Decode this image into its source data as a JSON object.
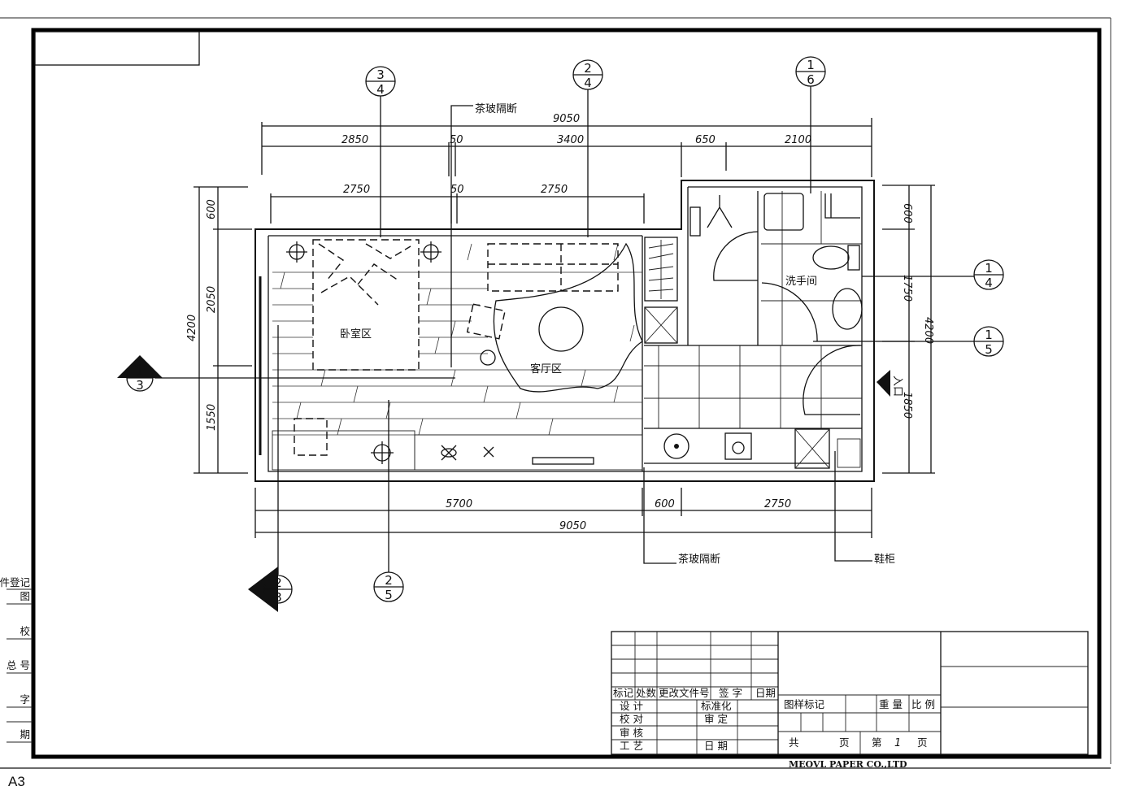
{
  "sheet": {
    "size_label": "A3",
    "company": "MEOVL PAPER CO.,LTD"
  },
  "left_margin": [
    "件登记",
    "图",
    "校",
    "总 号",
    "字",
    "期"
  ],
  "title_block": {
    "header_row": [
      "标记",
      "处数",
      "更改文件号",
      "签 字",
      "日期"
    ],
    "rows": [
      {
        "a": "设 计",
        "b": "标准化"
      },
      {
        "a": "校 对",
        "b": "审 定"
      },
      {
        "a": "审 核",
        "b": ""
      },
      {
        "a": "工 艺",
        "b": "日 期"
      }
    ],
    "drawing_mark": "图样标记",
    "weight": "重 量",
    "scale": "比 例",
    "total_label": "共",
    "page_unit": "页",
    "page_no_label": "第",
    "page_no": "1",
    "page_unit2": "页"
  },
  "plan": {
    "rooms": {
      "bedroom": "卧室区",
      "living": "客厅区",
      "bathroom": "洗手间",
      "entrance": "入口"
    },
    "notes": {
      "glass_partition_top": "茶玻隔断",
      "glass_partition_bottom": "茶玻隔断",
      "shoe_cabinet": "鞋柜"
    },
    "dims_top": {
      "total": "9050",
      "a": "2850",
      "b": "50",
      "c": "3400",
      "d": "650",
      "e": "2100",
      "f": "2750",
      "g": "50",
      "h": "2750"
    },
    "dims_left": {
      "total": "4200",
      "a": "600",
      "b": "2050",
      "c": "1550"
    },
    "dims_right": {
      "total": "4200",
      "a": "600",
      "b": "1750",
      "c": "1850"
    },
    "dims_bottom": {
      "a": "5700",
      "b": "600",
      "c": "2750",
      "total": "9050"
    },
    "markers": [
      {
        "top": "3",
        "bottom": "4"
      },
      {
        "top": "2",
        "bottom": "4"
      },
      {
        "top": "1",
        "bottom": "6"
      },
      {
        "top": "1",
        "bottom": "4"
      },
      {
        "top": "1",
        "bottom": "5"
      },
      {
        "top": "1",
        "bottom": "3"
      },
      {
        "top": "2",
        "bottom": "3"
      },
      {
        "top": "2",
        "bottom": "5"
      }
    ]
  }
}
